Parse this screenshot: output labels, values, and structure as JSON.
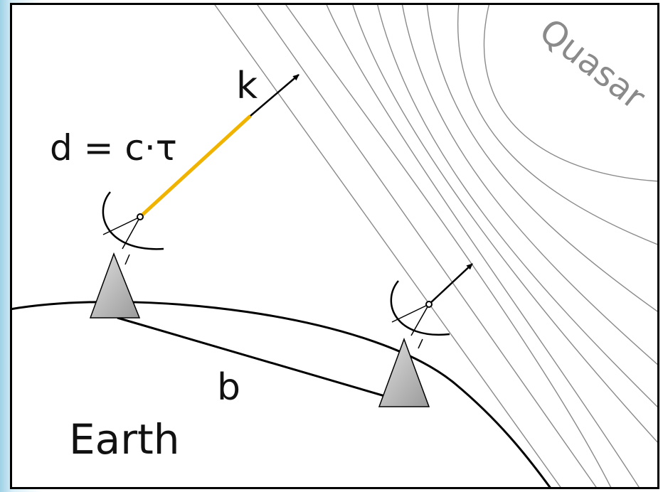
{
  "labels": {
    "k": "k",
    "delay": "d = c·τ",
    "baseline": "b",
    "earth": "Earth",
    "quasar": "Quasar"
  },
  "colors": {
    "frame": "#000000",
    "wavefront": "#8a8a8a",
    "delay_line": "#f0b400",
    "antenna_base": "#b9b9b9",
    "background": "#ffffff"
  },
  "icons": {
    "antenna_left": "radio-dish-antenna",
    "antenna_right": "radio-dish-antenna",
    "source": "quasar"
  }
}
